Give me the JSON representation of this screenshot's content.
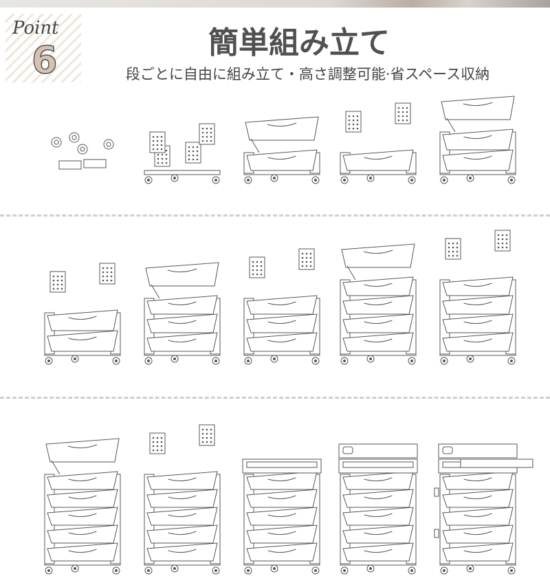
{
  "header": {
    "point_label": "Point",
    "point_number": "6",
    "title": "簡単組み立て",
    "subtitle": "段ごとに自由に組み立て・高さ調整可能·省スペース収納"
  },
  "colors": {
    "line": "#555555",
    "badge_fill": "#d6c2b2",
    "title": "#505050",
    "separator": "#cfcfcf"
  },
  "rows": [
    {
      "steps": [
        {
          "tiers": 0,
          "parts": true
        },
        {
          "tiers": 0,
          "frame": true,
          "panels": true
        },
        {
          "tiers": 1,
          "top_basket": true
        },
        {
          "tiers": 1,
          "panels": true
        },
        {
          "tiers": 2,
          "top_basket": true
        }
      ]
    },
    {
      "steps": [
        {
          "tiers": 2,
          "panels": true
        },
        {
          "tiers": 3,
          "top_basket": true
        },
        {
          "tiers": 3,
          "panels": true
        },
        {
          "tiers": 4,
          "top_basket": true
        },
        {
          "tiers": 4,
          "panels": true
        }
      ]
    },
    {
      "steps": [
        {
          "tiers": 5,
          "top_basket": true
        },
        {
          "tiers": 5,
          "panels": true
        },
        {
          "tiers": 5,
          "tray": true
        },
        {
          "tiers": 5,
          "tray": true,
          "lid": true
        },
        {
          "tiers": 5,
          "tray": true,
          "lid": true,
          "drawer": true
        }
      ]
    }
  ]
}
